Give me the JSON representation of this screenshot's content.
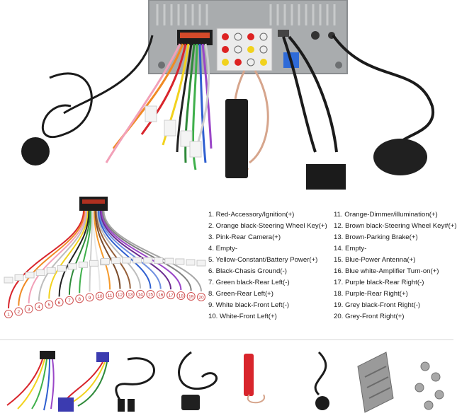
{
  "wiring": {
    "pins": [
      {
        "n": "1",
        "label": "1. Red-Accessory/Ignition(+)",
        "color": "#d8252c"
      },
      {
        "n": "2",
        "label": "2. Orange black-Steering Wheel Key(+)",
        "color": "#f08a24"
      },
      {
        "n": "3",
        "label": "3. Pink-Rear Camera(+)",
        "color": "#f2a0b8"
      },
      {
        "n": "4",
        "label": "4. Empty-",
        "color": "#bdbdbd"
      },
      {
        "n": "5",
        "label": "5. Yellow-Constant/Battery Power(+)",
        "color": "#f2d21e"
      },
      {
        "n": "6",
        "label": "6. Black-Chasis Ground(-)",
        "color": "#222222"
      },
      {
        "n": "7",
        "label": "7. Green black-Rear Left(-)",
        "color": "#2f8a3a"
      },
      {
        "n": "8",
        "label": "8. Green-Rear Left(+)",
        "color": "#3fb04b"
      },
      {
        "n": "9",
        "label": "9. White black-Front Left(-)",
        "color": "#cfcfcf"
      },
      {
        "n": "10",
        "label": "10. White-Front Left(+)",
        "color": "#e8e8e8"
      },
      {
        "n": "11",
        "label": "11.  Orange-Dimmer/illumination(+)",
        "color": "#f59a2c"
      },
      {
        "n": "12",
        "label": "12. Brown black-Steering Wheel Key#(+)",
        "color": "#7a4b2a"
      },
      {
        "n": "13",
        "label": "13. Brown-Parking Brake(+)",
        "color": "#96603a"
      },
      {
        "n": "14",
        "label": "14. Empty-",
        "color": "#bdbdbd"
      },
      {
        "n": "15",
        "label": "15. Blue-Power Antenna(+)",
        "color": "#2f5fd0"
      },
      {
        "n": "16",
        "label": "16. Blue white-Amplifier Turn-on(+)",
        "color": "#6f8fe0"
      },
      {
        "n": "17",
        "label": "17. Purple black-Rear Right(-)",
        "color": "#6b2c8f"
      },
      {
        "n": "18",
        "label": "18. Purple-Rear Right(+)",
        "color": "#9a46c8"
      },
      {
        "n": "19",
        "label": "19. Grey black-Front Right(-)",
        "color": "#808080"
      },
      {
        "n": "20",
        "label": "20. Grey-Front Right(+)",
        "color": "#a6a6a6"
      }
    ]
  },
  "accessories": [
    {
      "icon": "wiring-harness-icon"
    },
    {
      "icon": "iso-adapter-cable-icon"
    },
    {
      "icon": "rca-cable-icon"
    },
    {
      "icon": "gps-antenna-icon"
    },
    {
      "icon": "radio-antenna-icon"
    },
    {
      "icon": "microphone-icon"
    },
    {
      "icon": "mounting-bracket-icon"
    },
    {
      "icon": "screws-icon"
    }
  ]
}
